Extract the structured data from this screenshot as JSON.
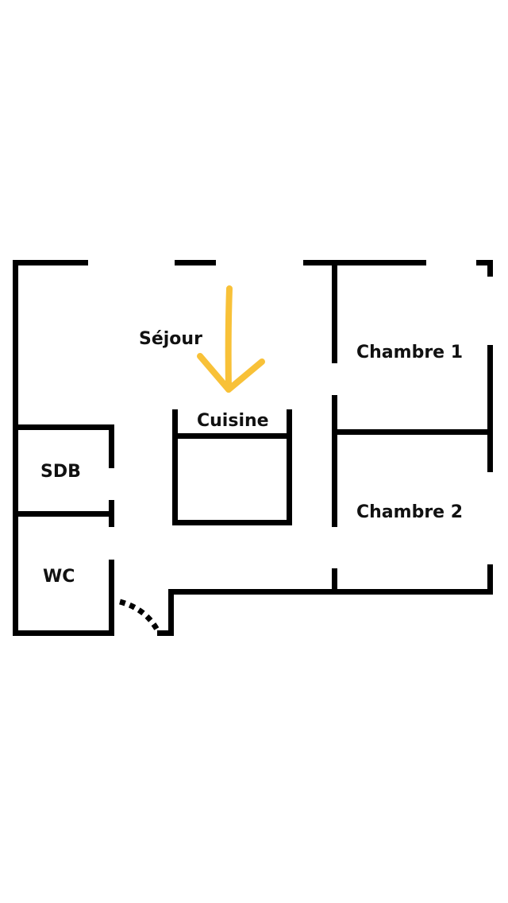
{
  "plan": {
    "rooms": {
      "sejour": "Séjour",
      "cuisine": "Cuisine",
      "sdb": "SDB",
      "wc": "WC",
      "chambre1": "Chambre 1",
      "chambre2": "Chambre 2"
    },
    "colors": {
      "wall": "#000000",
      "arrow": "#F8C138"
    }
  }
}
